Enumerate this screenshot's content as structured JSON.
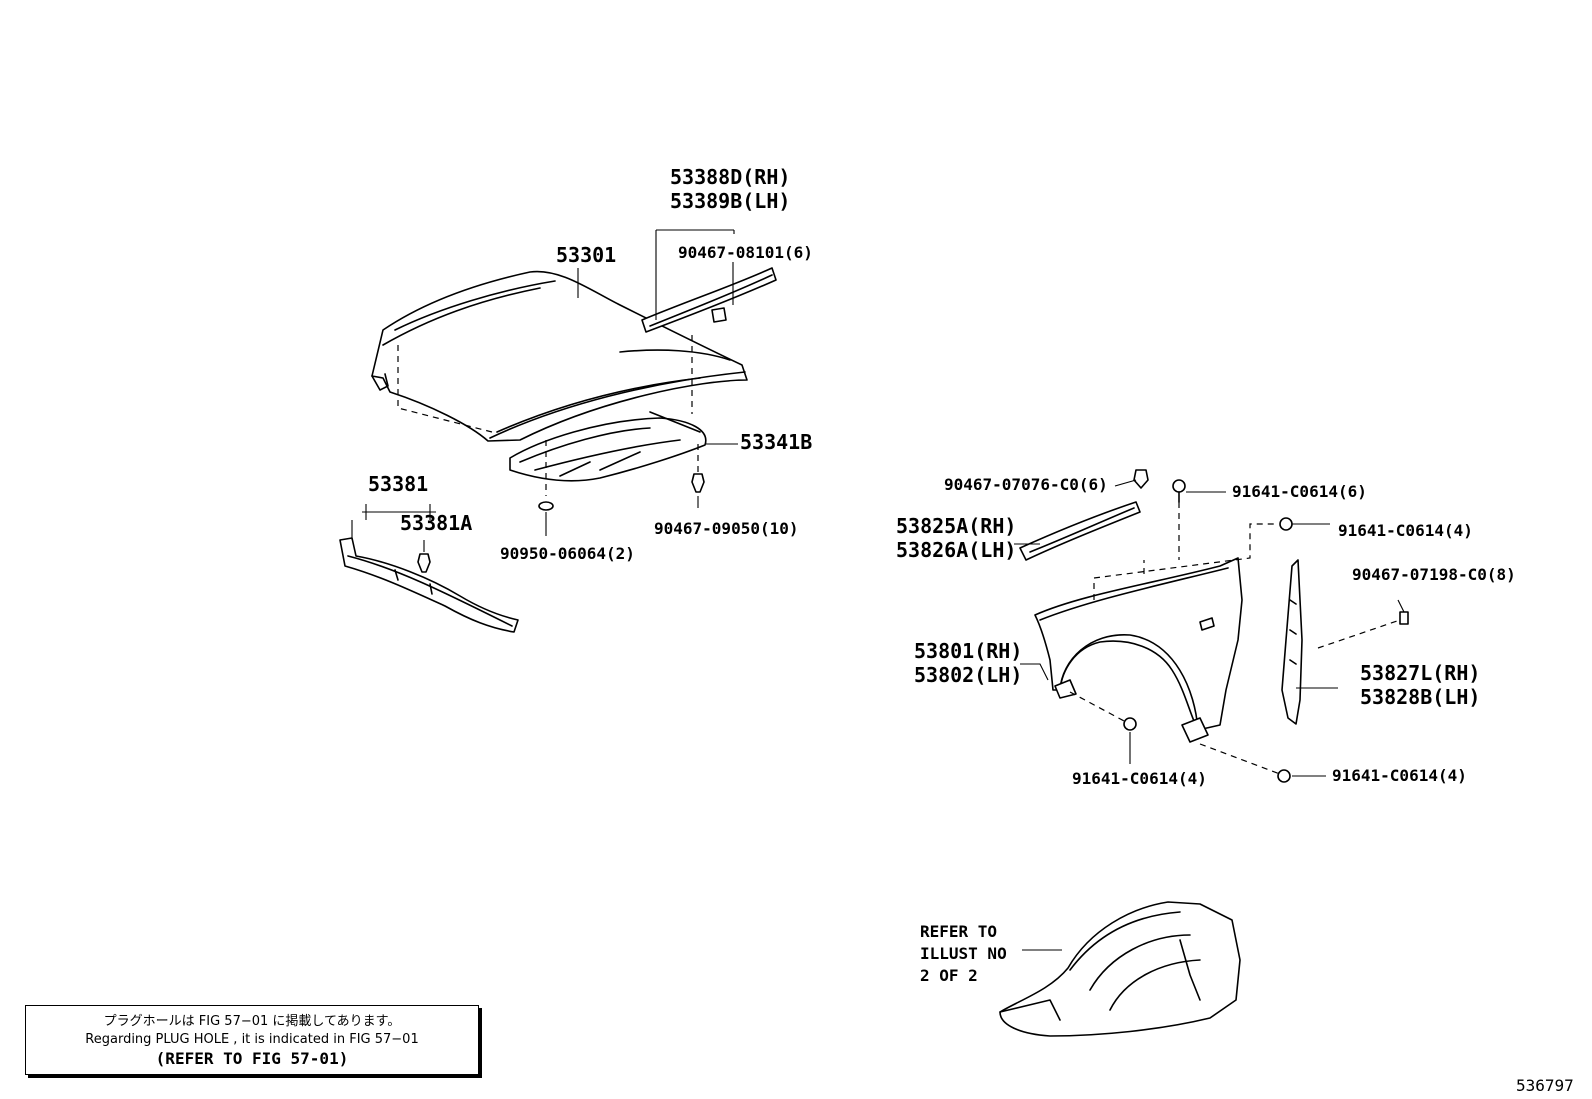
{
  "labels": {
    "hood": "53301",
    "seal_rh": "53388D(RH)",
    "seal_lh": "53389B(LH)",
    "seal_clip": "90467-08101(6)",
    "insulator": "53341B",
    "insulator_clip": "90467-09050(10)",
    "plug": "90950-06064(2)",
    "support": "53381",
    "support_sub": "53381A",
    "ext_clip": "90467-07076-C0(6)",
    "bolt_top": "91641-C0614(6)",
    "bolt_rear": "91641-C0614(4)",
    "ext_rh": "53825A(RH)",
    "ext_lh": "53826A(LH)",
    "seal_side_clip": "90467-07198-C0(8)",
    "fender_rh": "53801(RH)",
    "fender_lh": "53802(LH)",
    "fender_seal_rh": "53827L(RH)",
    "fender_seal_lh": "53828B(LH)",
    "bolt_bottom_left": "91641-C0614(4)",
    "bolt_bottom_right": "91641-C0614(4)",
    "refer_line1": "REFER TO",
    "refer_line2": "ILLUST NO",
    "refer_line3": "2 OF 2"
  },
  "note": {
    "line1": "プラグホールは FIG  57−01 に掲載してあります。",
    "line2": "Regarding  PLUG  HOLE , it is indicated in FIG  57−01",
    "line3": "(REFER TO FIG 57-01)"
  },
  "figure_number": "536797"
}
